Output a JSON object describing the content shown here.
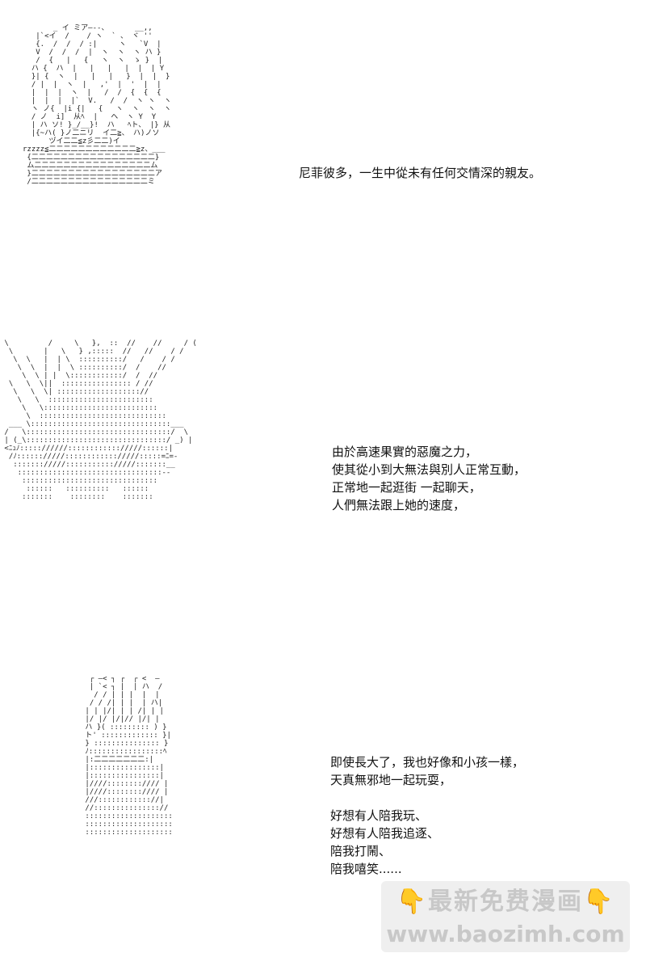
{
  "art_panels": [
    {
      "lines": [
        "       _ イ ミア―--、      __,,",
        "   |`<イ  /    / ヽ  ` 、 ヾ ''",
        "   {.  /  /  / :|     ヽ   `V  |",
        "   V  /  /  /  |  ヽ  ヽ  ヽ ハ }",
        "   /  {   |   {   ヽ  ヽ  ゝ }  |",
        "  ハ {  ハ  |   |   |   |  |  | Y",
        "  }| {  ヽ  |   |   |   }  |  |  }",
        "  / |  |  ヽ  |   ,'  |  '  |  |",
        "  |  |  |  ヽ  |   /  /  {  {  {",
        "  |  |  |  |`  V.   /  /  ヽ ヽ  ヽ",
        "  ヽ ノ{  |i {|   {   ヽ  ヽ  ヽ  ヽ",
        "  / ノ  i]  从ﾍ  |   ヘ  ヽ Y  Y",
        "  | ハ ソ! }_/__}!  ハ   ﾍト、 |} 从",
        "  |{~ハ( }ノ二ニリ  イ二≧、 ハ)ノソ",
        "      ヅイ二二≦z彡二二)イ",
        "rzzzz≦二二二二二二二二二二二二≧z、___",
        " {二二二二二二二二二二二二二二二二二}",
        " ム二二二二二二二二二二二二二二二二ム",
        " }二二二二二二二二二二二二二二二二二ア",
        " /二二二二二二二二二二二二二二二二ミ"
      ]
    },
    {
      "lines": [
        " \\         /     \\   },  ::  //    //     / (",
        "  \\       |   \\   } ,:::::  //   //    / /",
        "   \\  \\   |  | \\  ::::::::::/   /    / /",
        "    \\  \\  |  |  \\ ::::::::::/  /    //",
        "     \\  \\ | |  \\::::::::::::/  /  //",
        "  \\   \\  \\||  :::::::::::::::: / //",
        "   \\   \\  \\| ::::::::::::::::::://",
        "    \\   \\  ::::::::::::::::::::::::",
        "     \\   \\::::::::::::::::::::::::::",
        "      \\  :::::::::::::::::::::::::::::",
        "  ___ \\::::::::::::::::::::::::::::::::___",
        " /   \\:::::::::::::::::::::::::::::::::/  \\",
        " | (_\\::::::::::::::::::::::::::::::::/ _) |",
        " <ﾆｭﾉ::::://////:::::::::::://///::::::|",
        "  /ﾉ:::::://///:::::::::::://///:::::=ﾆ=-",
        "   ::::::://///::::::::::://///:::::::__",
        "    :::::::::::::::::::::::::::::::::--",
        "     :::::::::::::::::::::::::::::::",
        "      ::::::   ::::::::::   ::::::",
        "     :::::::    ::::::::    :::::::"
      ]
    },
    {
      "lines": [
        "  ┌ ―< ┐ ┌  ┌ <  ―",
        "  | `< ┐ |  | ハ  /",
        "   / / | | |  |  |",
        "  / / /| | |  | ハ|",
        " | | |/| | | /| | |",
        " |/ |/ |/|// |/| |",
        " ハ }( ::::::::: ) }",
        " ト' ::::::::::::: }|",
        " } ::::::::::::::: }",
        " ﾉ:::::::::::::::::ﾍ",
        " |:二二二二二二二:|",
        " |::::::::::::::::|",
        " |::::::::::::::::|",
        " |////:::::::://// |",
        " |////:::::::://// |",
        " ///:::::::::::://|",
        " //::::::::::::::://",
        " ::::::::::::::::::::",
        " ::::::::::::::::::::",
        " ::::::::::::::::::::"
      ]
    }
  ],
  "captions": {
    "c1": "尼菲彼多，一生中從未有任何交情深的親友。",
    "c2": [
      "由於高速果實的惡魔之力，",
      "使其從小到大無法與別人正常互動，",
      "正常地一起逛街 一起聊天，",
      "人們無法跟上她的速度，"
    ],
    "c3a": [
      "即使長大了，我也好像和小孩一樣，",
      "天真無邪地一起玩耍，"
    ],
    "c3b": [
      "好想有人陪我玩、",
      "好想有人陪我追逐、",
      "陪我打鬧、",
      "陪我嘻笑......"
    ]
  },
  "watermark": {
    "icon_left": "pointing-down-hand-icon",
    "icon_left_glyph": "👇",
    "title": "最新免费漫画",
    "icon_right": "pointing-down-hand-icon",
    "icon_right_glyph": "👇",
    "url": "www.baozimh.com"
  }
}
